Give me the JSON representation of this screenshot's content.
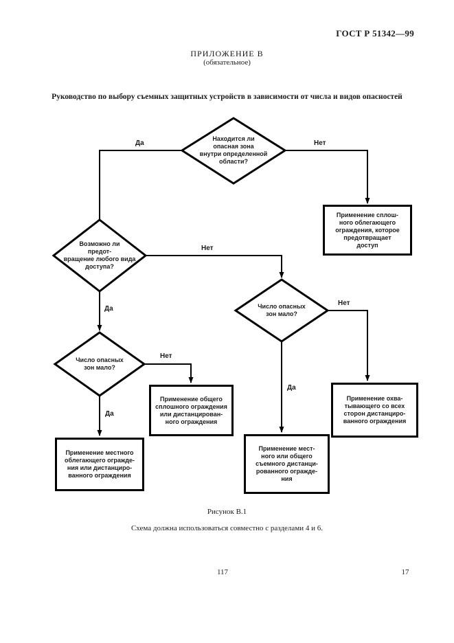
{
  "page": {
    "doc_number": "ГОСТ Р 51342—99",
    "appendix_heading": "ПРИЛОЖЕНИЕ В",
    "appendix_subheading": "(обязательное)",
    "guide_title": "Руководство по выбору съемных защитных устройств в зависимости от числа и видов опасностей",
    "figure_caption": "Рисунок В.1",
    "figure_note": "Схема должна использоваться совместно с разделами 4 и 6.",
    "page_number_center": "117",
    "page_number_right": "17"
  },
  "flowchart": {
    "labels": {
      "yes": "Да",
      "no": "Нет"
    },
    "decision_hazard_zone": "Находится ли\nопасная зона\nвнутри определенной\nобласти?",
    "decision_prevent_access": "Возможно ли\nпредот-\nвращение любого вида\nдоступа?",
    "decision_few_zones_right": "Число опасных\nзон мало?",
    "decision_few_zones_left": "Число опасных\nзон мало?",
    "action_full_enclosing": "Применение сплош-\nного облегающего\nограждения, которое\nпредотвращает\nдоступ",
    "action_general_solid": "Применение общего\nсплошного ограждения\nили дистанцирован-\nного ограждения",
    "action_local_enclosing": "Применение местного\nоблегающего огражде-\nния или дистанциро-\nванного ограждения",
    "action_local_or_general": "Применение мест-\nного или общего\nсъемного дистанци-\nрованного огражде-\nния",
    "action_surrounding": "Применение охва-\nтывающего со всех\nсторон дистанциро-\nванного ограждения"
  }
}
